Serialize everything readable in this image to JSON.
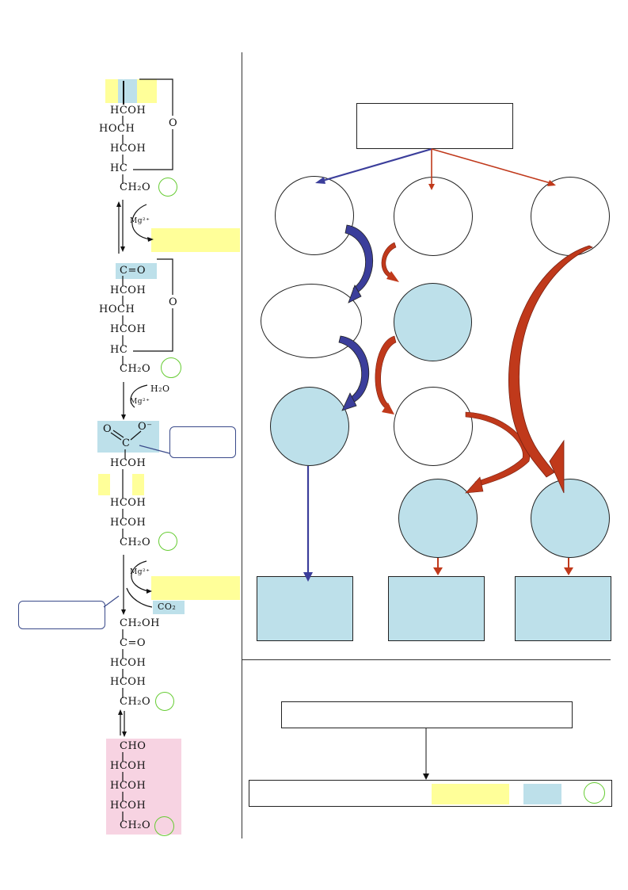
{
  "chemistry": {
    "structure1": {
      "rows": [
        "HCOH",
        "HOCH",
        "HCOH",
        "HC",
        "CH₂O"
      ],
      "ring_o": "O"
    },
    "step1": {
      "cofactor": "Mg²⁺"
    },
    "structure2": {
      "rows": [
        "C=O",
        "HCOH",
        "HOCH",
        "HCOH",
        "HC",
        "CH₂O"
      ],
      "ring_o": "O"
    },
    "step2": {
      "water": "H₂O",
      "cofactor": "Mg²⁺"
    },
    "structure3": {
      "carboxylate_o1": "O",
      "carboxylate_o2": "O⁻",
      "carboxyl_c": "C",
      "rows": [
        "HCOH",
        "HCOH",
        "HCOH",
        "CH₂O"
      ]
    },
    "step3": {
      "cofactor": "Mg²⁺",
      "co2": "CO₂"
    },
    "structure4": {
      "rows": [
        "CH₂OH",
        "C=O",
        "HCOH",
        "HCOH",
        "CH₂O"
      ]
    },
    "structure5": {
      "rows": [
        "CHO",
        "HCOH",
        "HCOH",
        "HCOH",
        "CH₂O"
      ]
    }
  },
  "colors": {
    "yellow_highlight": "#ffff99",
    "blue_highlight": "#bde0ea",
    "pink_highlight": "#f7d3e2",
    "green_ring": "#66cc33",
    "blue_arrow": "#3b3e9b",
    "red_arrow": "#c0391b"
  }
}
